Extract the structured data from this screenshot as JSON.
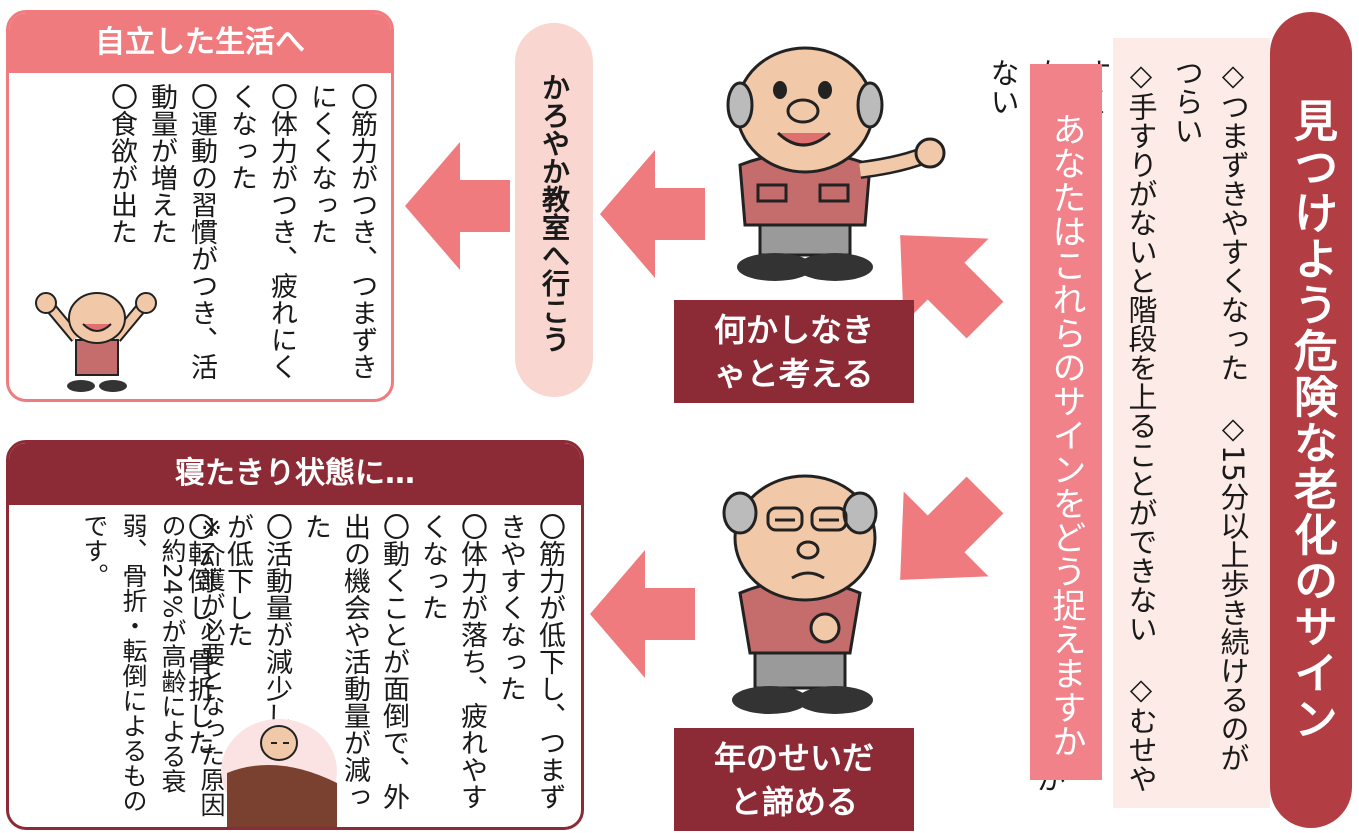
{
  "signs": {
    "title": "見つけよう危険な老化のサイン",
    "lines": [
      "◇つまずきやすくなった　◇15分以上歩き続けるのがつらい",
      "◇手すりがないと階段を上ることができない　◇むせやすく",
      "なった　◇固いものを噛みにくくなった　◇食欲が湧かない"
    ]
  },
  "question": "あなたはこれらのサインをどう捉えますか",
  "responses": {
    "positive": "何かしなきゃと考える",
    "negative": "年のせいだと諦める"
  },
  "class_invite": "かろやか教室へ行こう",
  "independent": {
    "title": "自立した生活へ",
    "items": [
      "〇筋力がつき、つまずきにくくなった",
      "〇体力がつき、疲れにくくなった",
      "〇運動の習慣がつき、活動量が増えた",
      "〇食欲が出た"
    ]
  },
  "bedridden": {
    "title": "寝たきり状態に…",
    "items": [
      "〇筋力が低下し、つまずきやすくなった",
      "〇体力が落ち、疲れやすくなった",
      "〇動くことが面倒で、外出の機会や活動量が減った",
      "〇活動量が減少し、食欲が低下した",
      "〇転倒し、骨折した"
    ],
    "note": "※介護が必要となった原因の約24%が高齢による衰弱、骨折・転倒によるものです。"
  }
}
